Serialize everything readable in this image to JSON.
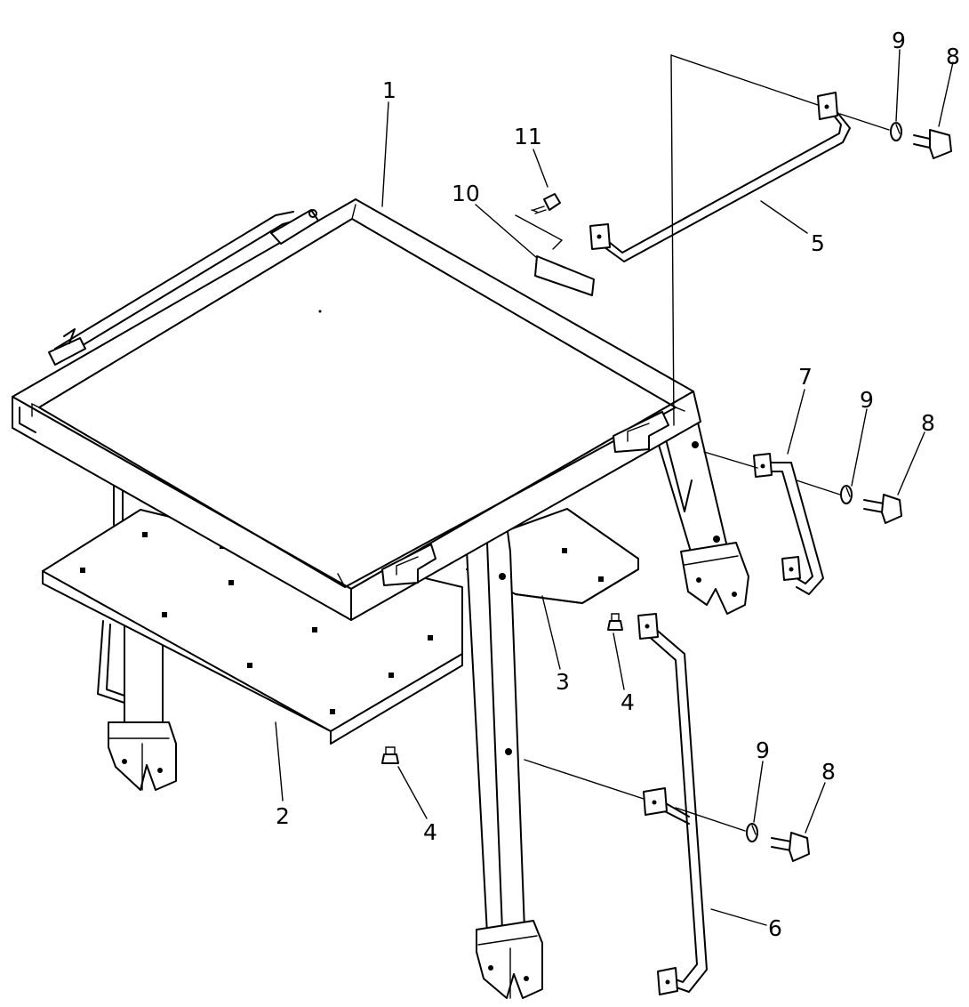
{
  "diagram": {
    "labels": {
      "cab_frame": "1",
      "floor_plate": "2",
      "bracket_plate": "3",
      "rubber_stop_upper": "4",
      "rubber_stop_lower": "4",
      "top_handrail": "5",
      "side_handrail": "6",
      "short_grip": "7",
      "bolt_upper": "8",
      "bolt_middle": "8",
      "bolt_lower": "8",
      "washer_upper": "9",
      "washer_middle": "9",
      "washer_lower": "9",
      "plate": "10",
      "screw": "11"
    },
    "icons": {
      "bolt": "hex-bolt-icon",
      "washer": "spring-washer-icon",
      "stop": "rubber-stop-icon"
    },
    "colors": {
      "line": "#000000",
      "background": "#ffffff"
    }
  }
}
